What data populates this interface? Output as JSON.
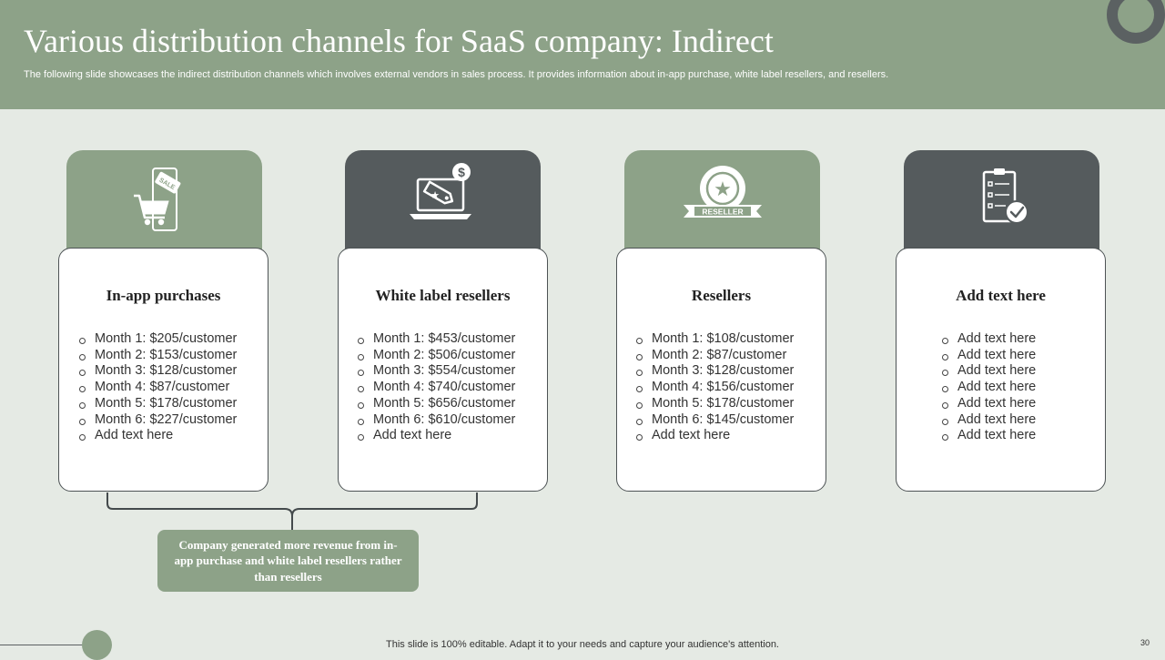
{
  "slide": {
    "title": "Various distribution channels for SaaS company: Indirect",
    "subtitle": "The following slide showcases the indirect distribution channels which involves external vendors in sales process. It provides information about in-app purchase, white label resellers, and resellers."
  },
  "colors": {
    "header": "#8da288",
    "dark_tab": "#555b5d",
    "background": "#e5eae4"
  },
  "cards": [
    {
      "title": "In-app purchases",
      "icon": "mobile-cart-sale-icon",
      "icon_label": "SALE",
      "bullets": [
        "Month 1: $205/customer",
        "Month 2: $153/customer",
        "Month 3: $128/customer",
        "Month 4: $87/customer",
        "Month 5: $178/customer",
        "Month 6: $227/customer",
        "Add text here"
      ]
    },
    {
      "title": "White label resellers",
      "icon": "laptop-price-tag-icon",
      "bullets": [
        "Month 1: $453/customer",
        "Month 2: $506/customer",
        "Month 3: $554/customer",
        "Month 4: $740/customer",
        "Month 5: $656/customer",
        "Month 6: $610/customer",
        "Add text here"
      ]
    },
    {
      "title": "Resellers",
      "icon": "reseller-badge-icon",
      "icon_label": "RESELLER",
      "bullets": [
        "Month 1: $108/customer",
        "Month 2: $87/customer",
        "Month 3: $128/customer",
        "Month 4: $156/customer",
        "Month 5: $178/customer",
        "Month 6: $145/customer",
        "Add text here"
      ]
    },
    {
      "title": "Add text here",
      "icon": "checklist-check-icon",
      "bullets": [
        "Add text here",
        "Add text here",
        "Add text here",
        "Add text here",
        "Add text here",
        "Add text here",
        "Add text here"
      ]
    }
  ],
  "note": "Company generated more revenue from in-app purchase and white label resellers rather than resellers",
  "footer": {
    "text": "This slide is 100% editable. Adapt it to your needs and capture your audience's attention.",
    "page_number": "30"
  }
}
